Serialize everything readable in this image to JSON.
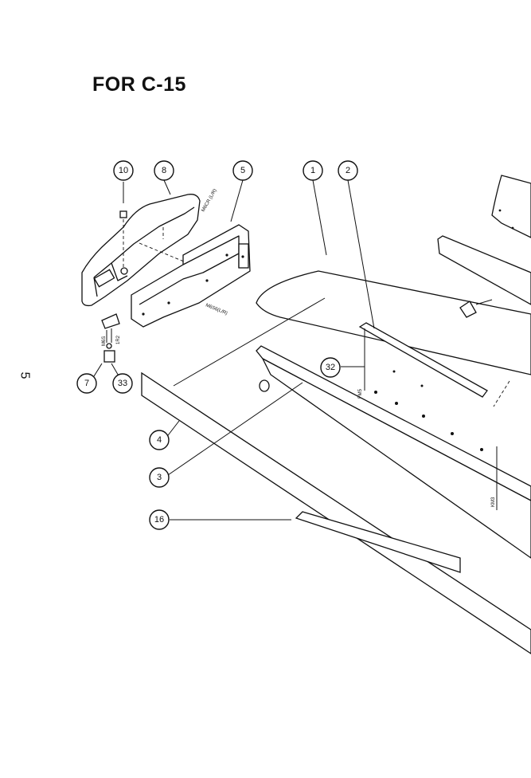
{
  "header": {
    "title": "FOR C-15"
  },
  "page_number": "5",
  "callouts": [
    {
      "id": "c10",
      "label": "10"
    },
    {
      "id": "c8",
      "label": "8"
    },
    {
      "id": "c5",
      "label": "5"
    },
    {
      "id": "c1",
      "label": "1"
    },
    {
      "id": "c2",
      "label": "2"
    },
    {
      "id": "c32",
      "label": "32"
    },
    {
      "id": "c7",
      "label": "7"
    },
    {
      "id": "c33",
      "label": "33"
    },
    {
      "id": "c4",
      "label": "4"
    },
    {
      "id": "c3",
      "label": "3"
    },
    {
      "id": "c16",
      "label": "16"
    }
  ],
  "part_notes": {
    "n1": "M6CR (L/R)",
    "n2": "M6S6(L/R)",
    "n3": "M6S",
    "n4": "1R2",
    "n5": "FM5",
    "n6": "KM3"
  },
  "colors": {
    "ink": "#111111",
    "paper": "#ffffff"
  }
}
